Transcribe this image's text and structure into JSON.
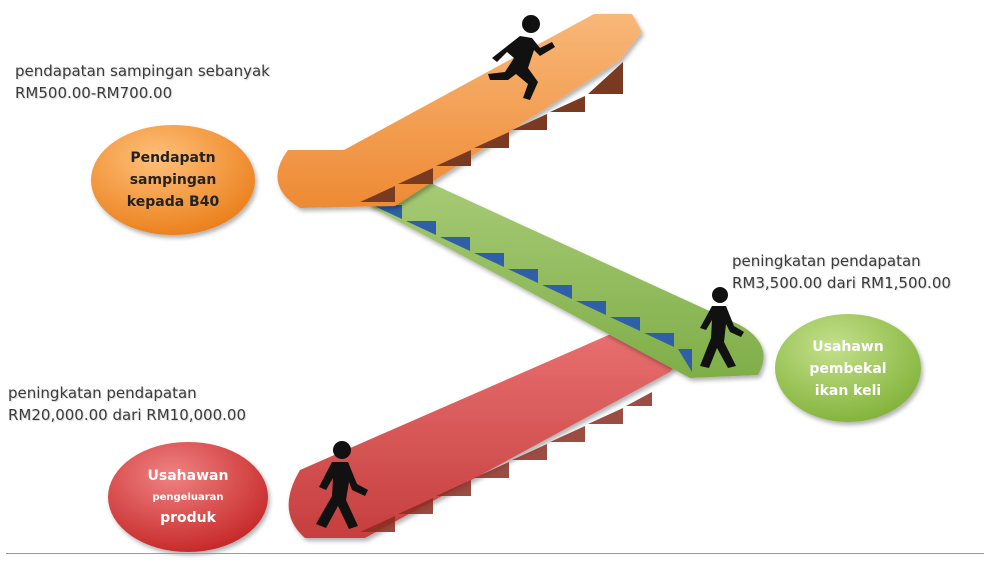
{
  "annotations": {
    "top": {
      "line1": "pendapatan sampingan sebanyak",
      "line2": "RM500.00-RM700.00"
    },
    "middle": {
      "line1": "peningkatan pendapatan",
      "line2": "RM3,500.00 dari RM1,500.00"
    },
    "bottom": {
      "line1": "peningkatan pendapatan",
      "line2": "RM20,000.00 dari RM10,000.00"
    }
  },
  "stages": {
    "top": {
      "line1": "Pendapatn",
      "line2": "sampingan",
      "line3": "kepada B40"
    },
    "middle": {
      "line1": "Usahawn",
      "line2": "pembekal",
      "line3": "ikan keli"
    },
    "bottom": {
      "line1": "Usahawan",
      "line2": "pengeluaran",
      "line3": "produk"
    }
  },
  "colors": {
    "orange_band": "#F59A4A",
    "green_band": "#8DB85A",
    "red_band": "#D9504F",
    "step_dark": "#7A3A22",
    "step_blue": "#2F5FA8",
    "orange_oval": "#F28A22",
    "green_oval": "#92C34A",
    "red_oval": "#CF2E2E"
  },
  "icons": [
    "person-walking-icon",
    "person-running-icon"
  ]
}
